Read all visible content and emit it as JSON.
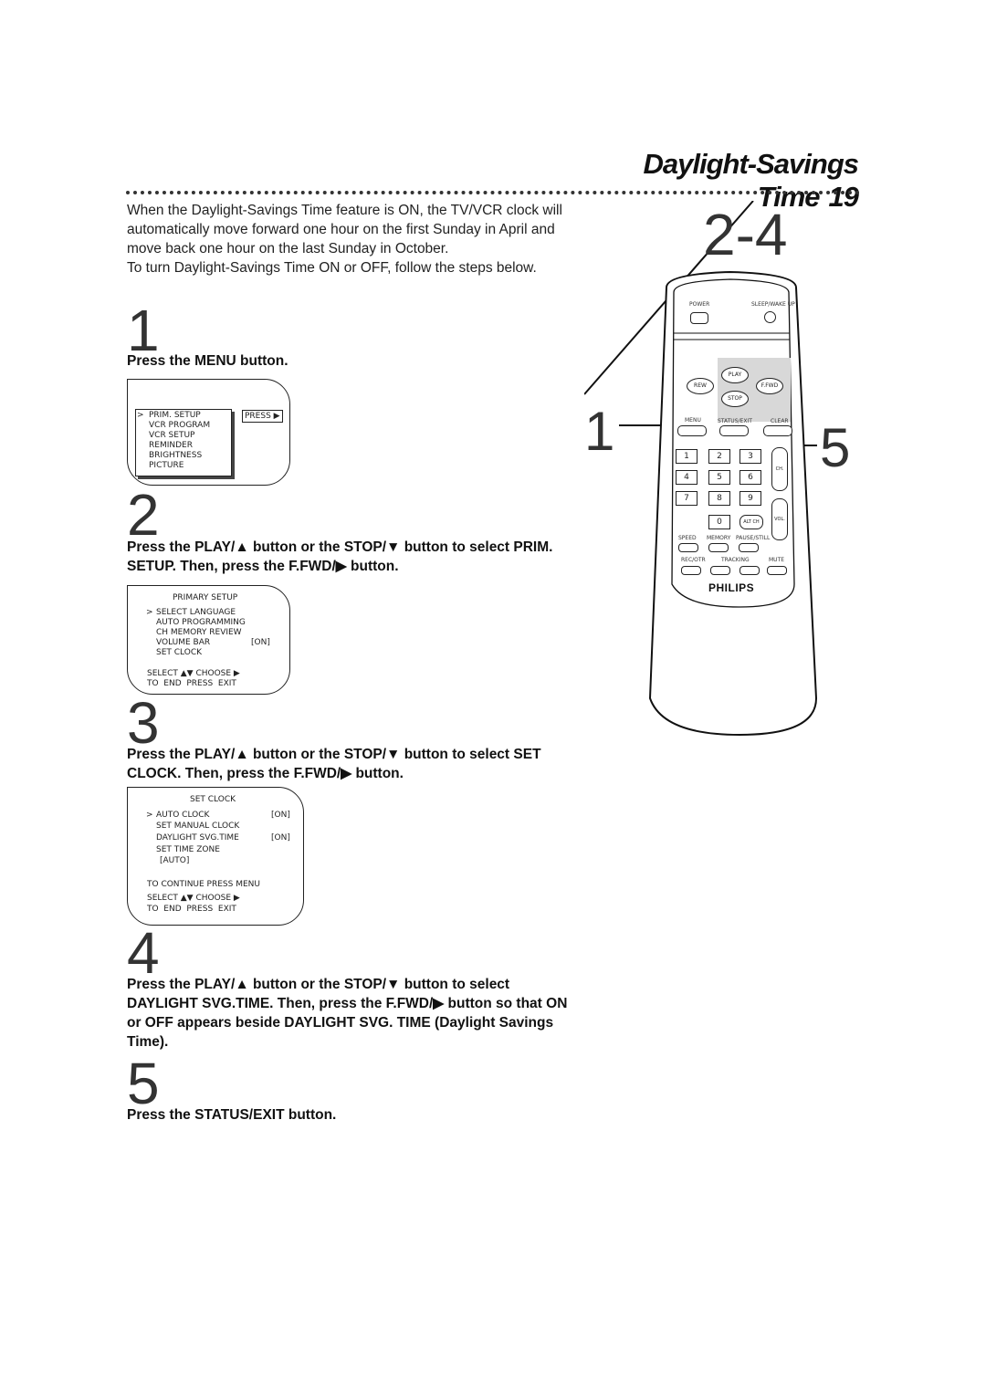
{
  "header": {
    "title": "Daylight-Savings Time",
    "page_number": "19"
  },
  "intro": {
    "paragraph1": "When the Daylight-Savings Time feature is ON, the TV/VCR clock will automatically move forward one hour on the first Sunday in April and move back one hour on the last Sunday in October.",
    "paragraph2": "To turn Daylight-Savings Time ON or OFF, follow the steps below."
  },
  "steps": [
    {
      "number": "1",
      "text": "Press the MENU button."
    },
    {
      "number": "2",
      "text": "Press the PLAY/▲ button or the STOP/▼ button to select PRIM. SETUP. Then, press the F.FWD/▶ button."
    },
    {
      "number": "3",
      "text": "Press the PLAY/▲ button or the STOP/▼ button to select SET CLOCK. Then, press the F.FWD/▶ button."
    },
    {
      "number": "4",
      "text": "Press the PLAY/▲ button or the STOP/▼ button to select DAYLIGHT SVG.TIME. Then, press the F.FWD/▶ button so that ON or OFF appears beside DAYLIGHT SVG. TIME (Daylight Savings Time)."
    },
    {
      "number": "5",
      "text": "Press the STATUS/EXIT button."
    }
  ],
  "screen1": {
    "cursor": ">",
    "items": [
      "PRIM. SETUP",
      "VCR PROGRAM",
      "VCR SETUP",
      "REMINDER",
      "BRIGHTNESS",
      "PICTURE"
    ],
    "press_label": "PRESS ▶"
  },
  "screen2": {
    "title": "PRIMARY SETUP",
    "cursor": ">",
    "items": [
      "SELECT LANGUAGE",
      "AUTO PROGRAMMING",
      "CH MEMORY REVIEW",
      "VOLUME BAR",
      "SET CLOCK"
    ],
    "volume_value": "[ON]",
    "footer1": "SELECT ▲▼ CHOOSE ▶",
    "footer2": "TO  END  PRESS  EXIT"
  },
  "screen3": {
    "title": "SET CLOCK",
    "cursor": ">",
    "items": [
      "AUTO CLOCK",
      "SET MANUAL CLOCK",
      "DAYLIGHT SVG.TIME",
      "SET TIME ZONE",
      "[AUTO]"
    ],
    "auto_clock_value": "[ON]",
    "daylight_value": "[ON]",
    "continue": "TO CONTINUE PRESS MENU",
    "footer1": "SELECT ▲▼ CHOOSE ▶",
    "footer2": "TO  END  PRESS  EXIT"
  },
  "remote": {
    "callout_top": "2-4",
    "callout_left": "1",
    "callout_right": "5",
    "power": "POWER",
    "sleep": "SLEEP/WAKE UP",
    "play": "PLAY",
    "rew": "REW",
    "ffwd": "F.FWD",
    "stop": "STOP",
    "menu": "MENU",
    "status_exit": "STATUS/EXIT",
    "clear": "CLEAR",
    "digits": [
      "1",
      "2",
      "3",
      "4",
      "5",
      "6",
      "7",
      "8",
      "9",
      "0"
    ],
    "alt_ch": "ALT CH",
    "ch": "CH.",
    "vol": "VOL.",
    "speed": "SPEED",
    "memory": "MEMORY",
    "pause_still": "PAUSE/STILL",
    "rec_otr": "REC/OTR",
    "tracking": "TRACKING",
    "mute": "MUTE",
    "brand": "PHILIPS"
  }
}
